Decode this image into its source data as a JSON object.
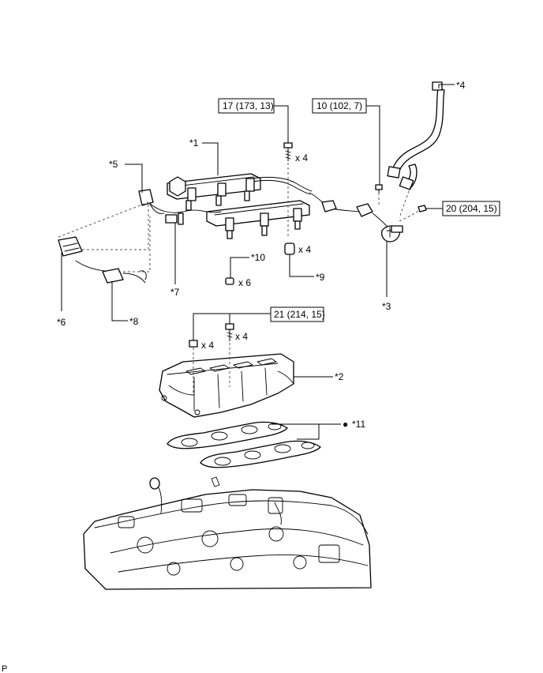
{
  "callouts": {
    "c1": "*1",
    "c2": "*2",
    "c3": "*3",
    "c4": "*4",
    "c5": "*5",
    "c6": "*6",
    "c7": "*7",
    "c8": "*8",
    "c9": "*9",
    "c10": "*10",
    "c11": "*11"
  },
  "torque": {
    "t17": "17 (173, 13)",
    "t10": "10 (102, 7)",
    "t20": "20 (204, 15)",
    "t21": "21 (214, 15)"
  },
  "quantities": {
    "q_bolt17": "x 4",
    "q_insulator9": "x 4",
    "q_ring10": "x 6",
    "q_nut21": "x 4",
    "q_bolt21": "x 4"
  },
  "symbols": {
    "non_reusable": "●"
  },
  "corner_mark": "P"
}
